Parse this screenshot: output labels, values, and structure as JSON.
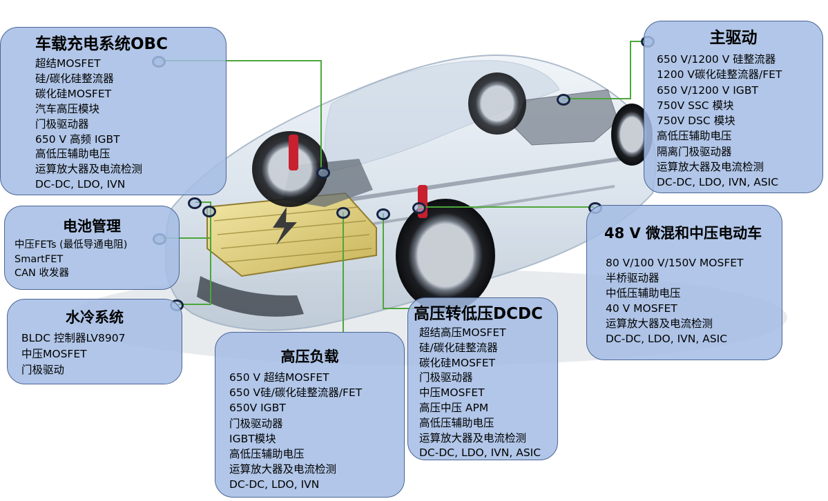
{
  "colors": {
    "box_fill": "#a4bde4",
    "box_border": "#4a6494",
    "connector_line": "#4ca63a",
    "node_ring": "#16233f"
  },
  "boxes": {
    "obc": {
      "title": "车载充电系统OBC",
      "items": [
        "超结MOSFET",
        "硅/碳化硅整流器",
        "碳化硅MOSFET",
        "汽车高压模块",
        "门极驱动器",
        "650 V 高频 IGBT",
        "高低压辅助电压",
        "运算放大器及电流检测",
        "DC-DC, LDO, IVN"
      ]
    },
    "main_drive": {
      "title": "主驱动",
      "items": [
        "650 V/1200 V 硅整流器",
        "1200 V碳化硅整流器/FET",
        "650 V/1200 V IGBT",
        "750V SSC 模块",
        "750V DSC 模块",
        "高低压辅助电压",
        "隔离门极驱动器",
        "运算放大器及电流检测",
        "DC-DC, LDO, IVN, ASIC"
      ]
    },
    "battery": {
      "title": "电池管理",
      "items": [
        "中压FETs (最低导通电阻)",
        "SmartFET",
        "CAN 收发器"
      ]
    },
    "cooling": {
      "title": "水冷系统",
      "items": [
        "BLDC 控制器LV8907",
        "中压MOSFET",
        "门极驱动"
      ]
    },
    "hv_load": {
      "title": "高压负载",
      "items": [
        "650 V 超结MOSFET",
        "650 V硅/碳化硅整流器/FET",
        "650V IGBT",
        "门极驱动器",
        "IGBT模块",
        "高低压辅助电压",
        "运算放大器及电流检测",
        "DC-DC, LDO, IVN"
      ]
    },
    "dcdc": {
      "title": "高压转低压DCDC",
      "items": [
        "超结高压MOSFET",
        "硅/碳化硅整流器",
        "碳化硅MOSFET",
        "门极驱动器",
        "中压MOSFET",
        "高压中压 APM",
        "高低压辅助电压",
        "运算放大器及电流检测",
        "DC-DC, LDO, IVN, ASIC"
      ]
    },
    "mhev": {
      "title": "48 V 微混和中压电动车",
      "items": [
        "80 V/100 V/150V MOSFET",
        "半桥驱动器",
        "中低压辅助电压",
        "40 V MOSFET",
        "运算放大器及电流检测",
        "DC-DC, LDO, IVN, ASIC"
      ]
    }
  }
}
